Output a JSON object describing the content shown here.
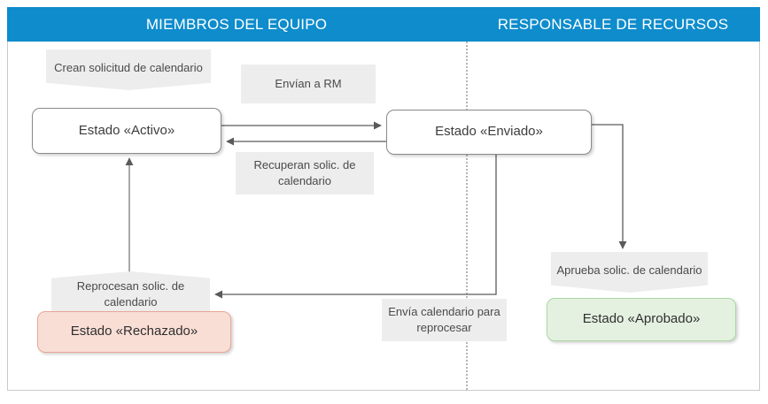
{
  "diagram": {
    "title_lanes": {
      "team": "MIEMBROS DEL EQUIPO",
      "owner": "RESPONSABLE DE RECURSOS"
    },
    "colors": {
      "header_blue": "#0e8ccc",
      "header_text": "#ffffff",
      "note_fill": "#ededed",
      "note_text": "#4a4a4a",
      "state_neutral_fill": "#ffffff",
      "state_neutral_border": "#8a8a8a",
      "state_rejected_fill": "#f9ded6",
      "state_rejected_border": "#e9a694",
      "state_approved_fill": "#e4f1e1",
      "state_approved_border": "#a9d8a1",
      "connector_line": "#5a5a5a",
      "lane_divider": "#b5b5b5",
      "frame_border": "#c9c9c9"
    },
    "states": [
      {
        "id": "activo",
        "label": "Estado «Activo»",
        "lane": "team"
      },
      {
        "id": "enviado",
        "label": "Estado «Enviado»",
        "lane": "owner"
      },
      {
        "id": "rechazado",
        "label": "Estado «Rechazado»",
        "lane": "team"
      },
      {
        "id": "aprobado",
        "label": "Estado «Aprobado»",
        "lane": "owner"
      }
    ],
    "notes": [
      {
        "id": "crean",
        "text": "Crean solicitud de calendario",
        "shape": "notch-bottom"
      },
      {
        "id": "envian",
        "text": "Envían a RM",
        "shape": "rect"
      },
      {
        "id": "recuperan",
        "text": "Recuperan solic. de calendario",
        "shape": "rect"
      },
      {
        "id": "reprocesan",
        "text": "Reprocesan solic. de calendario",
        "shape": "peak-top"
      },
      {
        "id": "envia",
        "text": "Envía calendario para reprocesar",
        "shape": "rect"
      },
      {
        "id": "aprueba",
        "text": "Aprueba solic. de calendario",
        "shape": "notch-bottom"
      }
    ],
    "transitions": [
      {
        "id": "activo-to-enviado",
        "from": "activo",
        "to": "enviado",
        "note": "envian"
      },
      {
        "id": "enviado-to-activo",
        "from": "enviado",
        "to": "activo",
        "note": "recuperan"
      },
      {
        "id": "enviado-to-aprobado",
        "from": "enviado",
        "to": "aprobado",
        "note": "aprueba"
      },
      {
        "id": "enviado-to-rechazado",
        "from": "enviado",
        "to": "rechazado",
        "note": "envia"
      },
      {
        "id": "rechazado-to-activo",
        "from": "rechazado",
        "to": "activo",
        "note": "reprocesan"
      }
    ]
  }
}
